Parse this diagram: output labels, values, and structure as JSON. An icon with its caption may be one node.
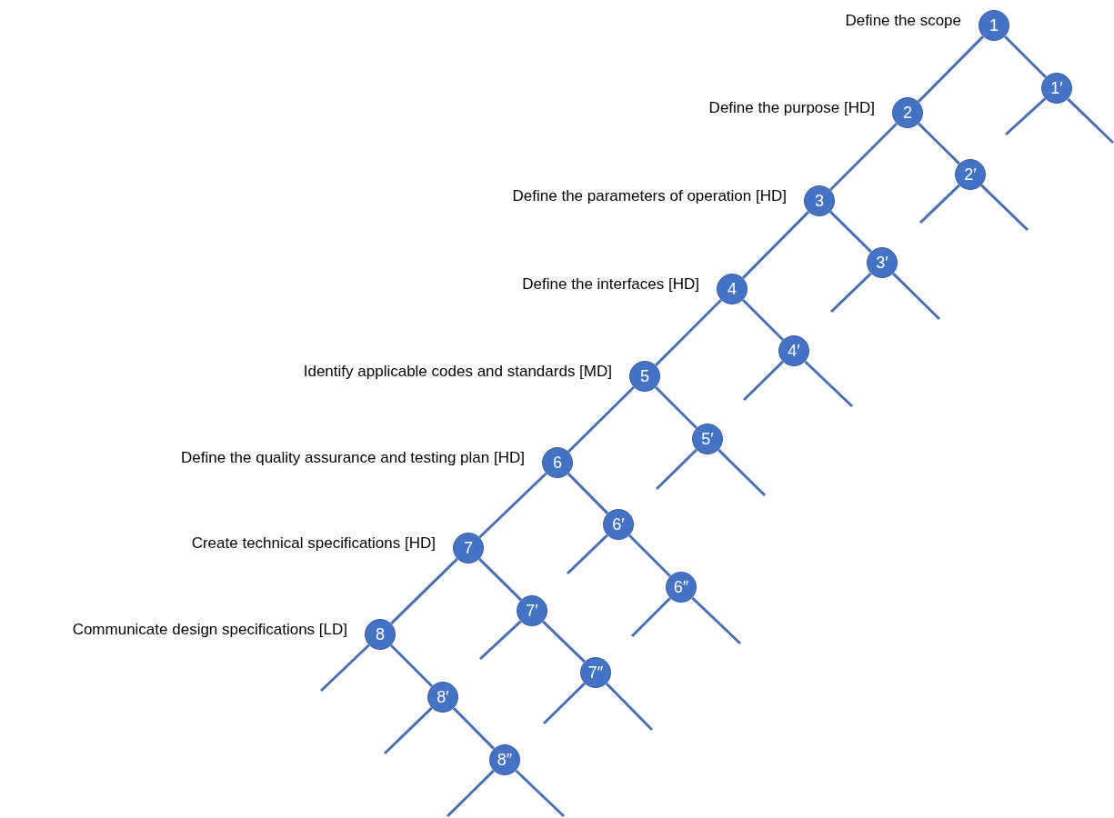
{
  "diagram": {
    "nodes": [
      {
        "text": [
          "1"
        ],
        "beside": [
          "Define the scope"
        ]
      },
      {
        "text": [
          "1′"
        ]
      },
      {
        "text": [
          "2"
        ],
        "beside": [
          "Define the purpose [HD]"
        ]
      },
      {
        "text": [
          "2′"
        ]
      },
      {
        "text": [
          "3"
        ],
        "beside": [
          "Define the parameters of operation [HD]"
        ]
      },
      {
        "text": [
          "3′"
        ]
      },
      {
        "text": [
          "4"
        ],
        "beside": [
          "Define the interfaces [HD]"
        ]
      },
      {
        "text": [
          "4′"
        ]
      },
      {
        "text": [
          "5"
        ],
        "beside": [
          "Identify applicable codes and standards [MD]"
        ]
      },
      {
        "text": [
          "5′"
        ]
      },
      {
        "text": [
          "6"
        ],
        "beside": [
          "Define the quality assurance and testing plan [HD]"
        ]
      },
      {
        "text": [
          "6′"
        ]
      },
      {
        "text": [
          "7"
        ],
        "beside": [
          "Create technical specifications [HD]"
        ]
      },
      {
        "text": [
          "6″"
        ]
      },
      {
        "text": [
          "7′"
        ]
      },
      {
        "text": [
          "8"
        ],
        "beside": [
          "Communicate design specifications [LD]"
        ]
      },
      {
        "text": [
          "7″"
        ]
      },
      {
        "text": [
          "8′"
        ]
      },
      {
        "text": [
          "8″"
        ]
      }
    ],
    "edges": [
      {
        "from": 0,
        "to": 2,
        "arrow": "none"
      },
      {
        "from": 2,
        "to": 4,
        "arrow": "none"
      },
      {
        "from": 4,
        "to": 6,
        "arrow": "none"
      },
      {
        "from": 6,
        "to": 8,
        "arrow": "none"
      },
      {
        "from": 8,
        "to": 10,
        "arrow": "none"
      },
      {
        "from": 10,
        "to": 12,
        "arrow": "none"
      },
      {
        "from": 12,
        "to": 15,
        "arrow": "none"
      },
      {
        "from": 0,
        "to": 1,
        "arrow": "none"
      },
      {
        "from": 2,
        "to": 3,
        "arrow": "none"
      },
      {
        "from": 4,
        "to": 5,
        "arrow": "none"
      },
      {
        "from": 6,
        "to": 7,
        "arrow": "none"
      },
      {
        "from": 8,
        "to": 9,
        "arrow": "none"
      },
      {
        "from": 10,
        "to": 11,
        "arrow": "none"
      },
      {
        "from": 11,
        "to": 13,
        "arrow": "none"
      },
      {
        "from": 12,
        "to": 14,
        "arrow": "none"
      },
      {
        "from": 14,
        "to": 16,
        "arrow": "none"
      },
      {
        "from": 15,
        "to": 17,
        "arrow": "none"
      },
      {
        "from": 17,
        "to": 18,
        "arrow": "none"
      },
      {
        "from": 1,
        "to": null,
        "arrow": "none"
      },
      {
        "from": 1,
        "to": null,
        "arrow": "none"
      },
      {
        "from": 3,
        "to": null,
        "arrow": "none"
      },
      {
        "from": 3,
        "to": null,
        "arrow": "none"
      },
      {
        "from": 5,
        "to": null,
        "arrow": "none"
      },
      {
        "from": 5,
        "to": null,
        "arrow": "none"
      },
      {
        "from": 7,
        "to": null,
        "arrow": "none"
      },
      {
        "from": 7,
        "to": null,
        "arrow": "none"
      },
      {
        "from": 9,
        "to": null,
        "arrow": "none"
      },
      {
        "from": 9,
        "to": null,
        "arrow": "none"
      },
      {
        "from": 11,
        "to": null,
        "arrow": "none"
      },
      {
        "from": 13,
        "to": null,
        "arrow": "none"
      },
      {
        "from": 13,
        "to": null,
        "arrow": "none"
      },
      {
        "from": 14,
        "to": null,
        "arrow": "none"
      },
      {
        "from": 16,
        "to": null,
        "arrow": "none"
      },
      {
        "from": 16,
        "to": null,
        "arrow": "none"
      },
      {
        "from": 15,
        "to": null,
        "arrow": "none"
      },
      {
        "from": 17,
        "to": null,
        "arrow": "none"
      },
      {
        "from": 18,
        "to": null,
        "arrow": "none"
      },
      {
        "from": 18,
        "to": null,
        "arrow": "none"
      }
    ]
  }
}
